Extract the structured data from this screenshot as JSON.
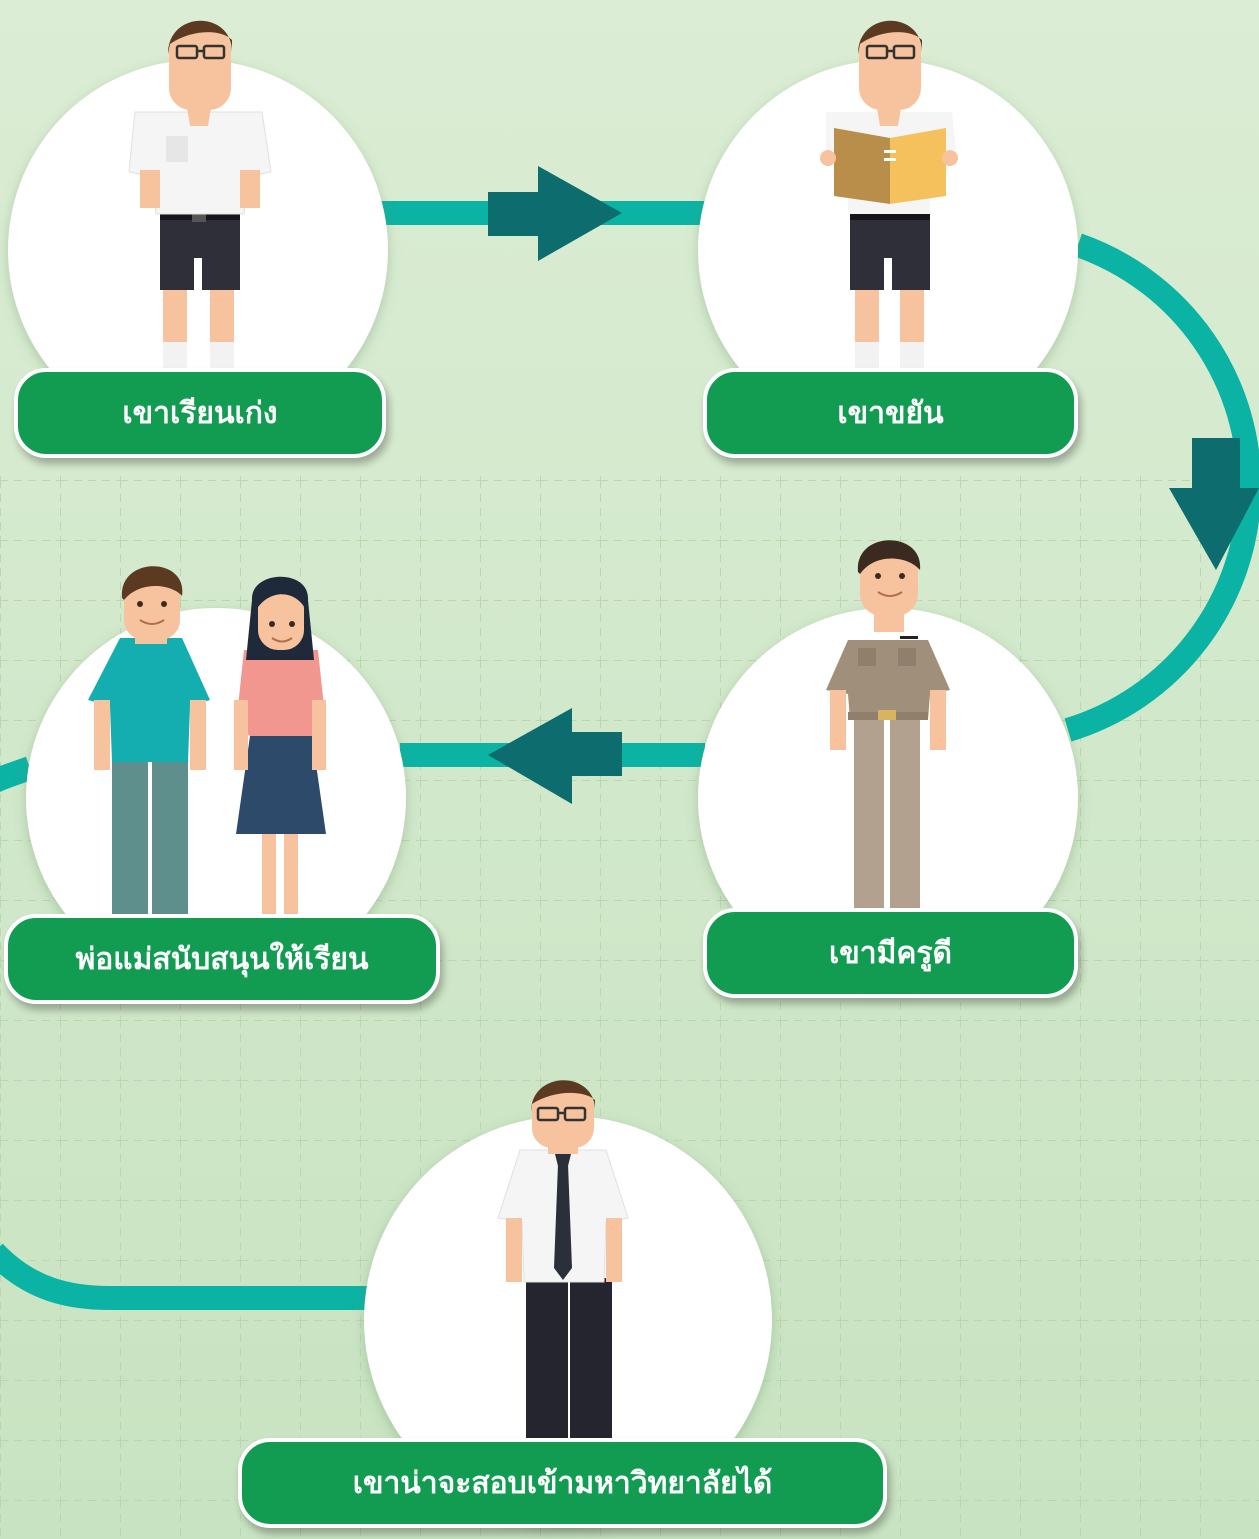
{
  "colors": {
    "background_top": "#dbedd4",
    "background_bottom": "#c8e3c1",
    "connector": "#0bb3a4",
    "arrow": "#0c6c6e",
    "label_fill": "#119c52",
    "label_text": "#ffffff",
    "circle": "#ffffff"
  },
  "steps": [
    {
      "label": "เขาเรียนเก่ง",
      "figure": "student-figure"
    },
    {
      "label": "เขาขยัน",
      "figure": "student-reading-book-figure"
    },
    {
      "label": "พ่อแม่สนับสนุนให้เรียน",
      "figure": "parents-figure"
    },
    {
      "label": "เขามีครูดี",
      "figure": "teacher-figure"
    },
    {
      "label": "เขาน่าจะสอบเข้ามหาวิทยาลัยได้",
      "figure": "university-student-figure"
    }
  ],
  "flow_arrows": [
    {
      "direction": "right",
      "from": "เขาเรียนเก่ง",
      "to": "เขาขยัน"
    },
    {
      "direction": "down",
      "from": "เขาขยัน",
      "to": "เขามีครูดี"
    },
    {
      "direction": "left",
      "from": "เขามีครูดี",
      "to": "พ่อแม่สนับสนุนให้เรียน"
    }
  ]
}
